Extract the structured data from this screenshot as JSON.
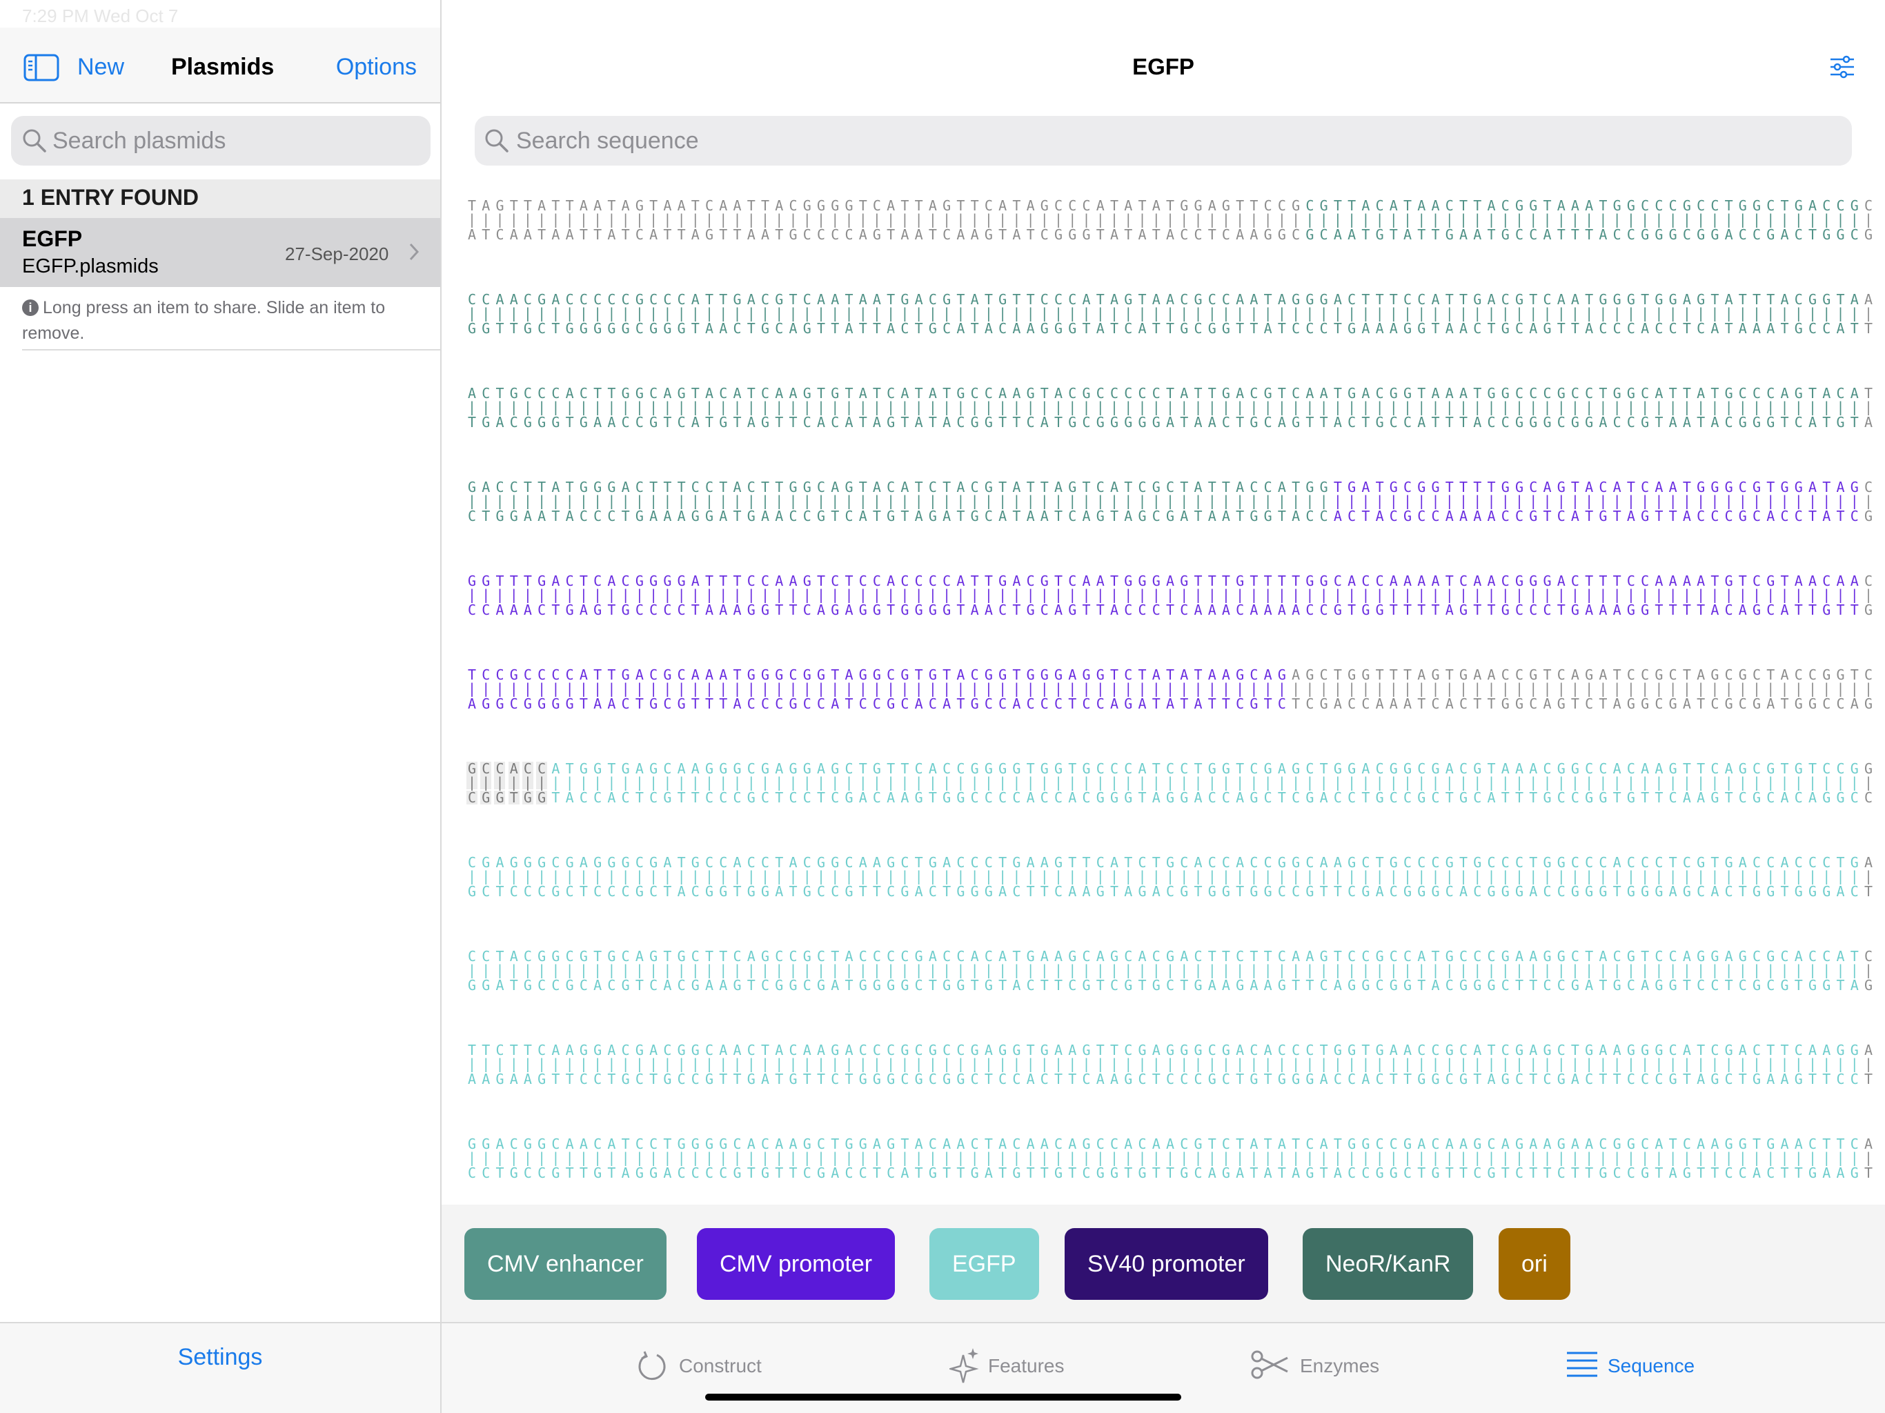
{
  "status_bar": {
    "time_date": "7:29 PM  Wed Oct 7"
  },
  "sidebar": {
    "new_label": "New",
    "title": "Plasmids",
    "options_label": "Options",
    "search_placeholder": "Search plasmids",
    "section_header": "1 ENTRY FOUND",
    "entries": [
      {
        "name": "EGFP",
        "file": "EGFP.plasmids",
        "date": "27-Sep-2020"
      }
    ],
    "hint": "Long press an item to share. Slide an item to remove.",
    "settings_label": "Settings"
  },
  "main": {
    "title": "EGFP",
    "search_placeholder": "Search sequence",
    "sequence_rows": [
      "TAGTTATTAATAGTAATCAATTACGGGGTCATTAGTTCATAGCCCATATATGGAGTTCCGCGTTACATAACTTACGGTAAATGGCCCGCCTGGCTGACCGC",
      "CCAACGACCCCCGCCCATTGACGTCAATAATGACGTATGTTCCCATAGTAACGCCAATAGGGACTTTCCATTGACGTCAATGGGTGGAGTATTTACGGTAA",
      "ACTGCCCACTTGGCAGTACATCAAGTGTATCATATGCCAAGTACGCCCCCTATTGACGTCAATGACGGTAAATGGCCCGCCTGGCATTATGCCCAGTACAT",
      "GACCTTATGGGACTTTCCTACTTGGCAGTACATCTACGTATTAGTCATCGCTATTACCATGGTGATGCGGTTTTGGCAGTACATCAATGGGCGTGGATAGC",
      "GGTTTGACTCACGGGGATTTCCAAGTCTCCACCCCATTGACGTCAATGGGAGTTTGTTTTGGCACCAAAATCAACGGGACTTTCCAAAATGTCGTAACAAC",
      "TCCGCCCCATTGACGCAAATGGGCGGTAGGCGTGTACGGTGGGAGGTCTATATAAGCAGAGCTGGTTTAGTGAACCGTCAGATCCGCTAGCGCTACCGGTC",
      "GCCACCATGGTGAGCAAGGGCGAGGAGCTGTTCACCGGGGTGGTGCCCATCCTGGTCGAGCTGGACGGCGACGTAAACGGCCACAAGTTCAGCGTGTCCGG",
      "CGAGGGCGAGGGCGATGCCACCTACGGCAAGCTGACCCTGAAGTTCATCTGCACCACCGGCAAGCTGCCCGTGCCCTGGCCCACCCTCGTGACCACCCTGA",
      "CCTACGGCGTGCAGTGCTTCAGCCGCTACCCCGACCACATGAAGCAGCACGACTTCTTCAAGTCCGCCATGCCCGAAGGCTACGTCCAGGAGCGCACCATC",
      "TTCTTCAAGGACGACGGCAACTACAAGACCCGCGCCGAGGTGAAGTTCGAGGGCGACACCCTGGTGAACCGCATCGAGCTGAAGGGCATCGACTTCAAGGA",
      "GGACGGCAACATCCTGGGGCACAAGCTGGAGTACAACTACAACAGCCACAACGTCTATATCATGGCCGACAAGCAGAAGAACGGCATCAAGGTGAACTTCA"
    ],
    "row_feature_segments": [
      [
        {
          "from": 0,
          "to": 60,
          "feature": "none"
        },
        {
          "from": 60,
          "to": 100,
          "feature": "cmv_enhancer"
        }
      ],
      [
        {
          "from": 0,
          "to": 100,
          "feature": "cmv_enhancer"
        }
      ],
      [
        {
          "from": 0,
          "to": 100,
          "feature": "cmv_enhancer"
        }
      ],
      [
        {
          "from": 0,
          "to": 62,
          "feature": "cmv_enhancer"
        },
        {
          "from": 62,
          "to": 100,
          "feature": "cmv_promoter"
        }
      ],
      [
        {
          "from": 0,
          "to": 100,
          "feature": "cmv_promoter"
        }
      ],
      [
        {
          "from": 0,
          "to": 59,
          "feature": "cmv_promoter"
        },
        {
          "from": 59,
          "to": 100,
          "feature": "none"
        }
      ],
      [
        {
          "from": 0,
          "to": 6,
          "feature": "selected"
        },
        {
          "from": 6,
          "to": 100,
          "feature": "egfp"
        }
      ],
      [
        {
          "from": 0,
          "to": 100,
          "feature": "egfp"
        }
      ],
      [
        {
          "from": 0,
          "to": 100,
          "feature": "egfp"
        }
      ],
      [
        {
          "from": 0,
          "to": 100,
          "feature": "egfp"
        }
      ],
      [
        {
          "from": 0,
          "to": 100,
          "feature": "egfp"
        }
      ]
    ],
    "text_colors": {
      "none": "#8c8c8c",
      "cmv_enhancer": "#4f9186",
      "cmv_promoter": "#6a2de0",
      "egfp": "#6ecdcc",
      "selected": "#7a7a7a"
    },
    "features": [
      {
        "label": "CMV enhancer",
        "color": "#56958a"
      },
      {
        "label": "CMV promoter",
        "color": "#5a19d9"
      },
      {
        "label": "EGFP",
        "color": "#82d4d2"
      },
      {
        "label": "SV40 promoter",
        "color": "#301070"
      },
      {
        "label": "NeoR/KanR",
        "color": "#3f6f64"
      },
      {
        "label": "ori",
        "color": "#a36b00"
      }
    ]
  },
  "tabs": [
    {
      "label": "Construct",
      "icon": "refresh-icon",
      "selected": false
    },
    {
      "label": "Features",
      "icon": "sparkles-icon",
      "selected": false
    },
    {
      "label": "Enzymes",
      "icon": "scissors-icon",
      "selected": false
    },
    {
      "label": "Sequence",
      "icon": "list-lines-icon",
      "selected": true
    }
  ],
  "colors": {
    "accent": "#1a7bea",
    "tab_inactive": "#8e8e93"
  }
}
